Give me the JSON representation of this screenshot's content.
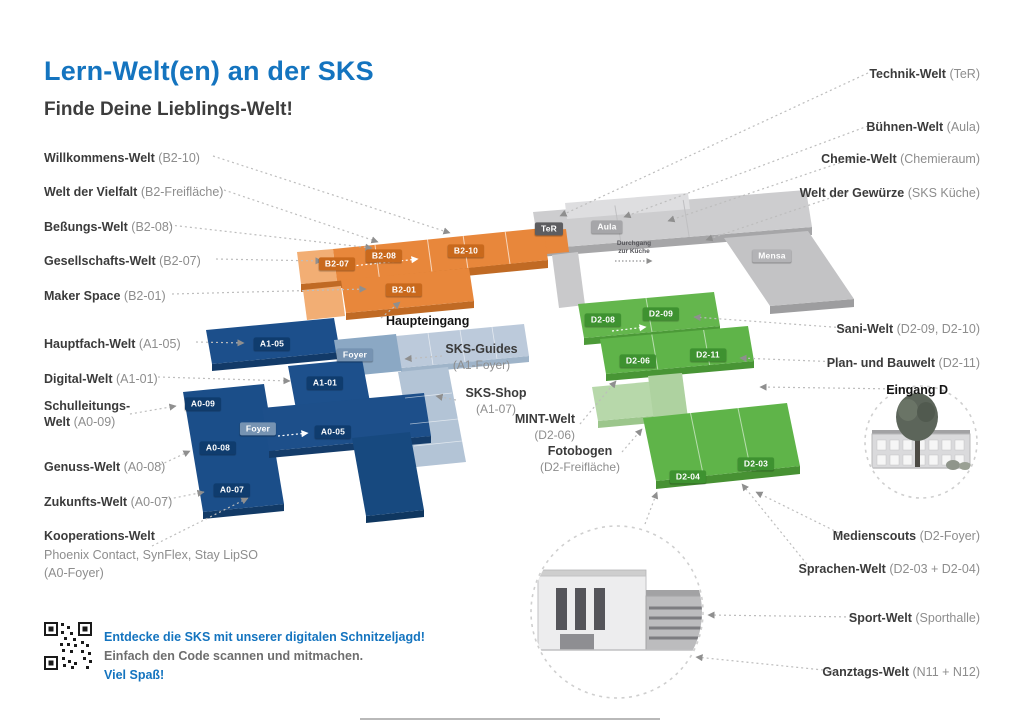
{
  "header": {
    "title": "Lern-Welt(en) an der SKS",
    "subtitle": "Finde Deine Lieblings-Welt!"
  },
  "left_labels": [
    {
      "name": "Willkommens-Welt",
      "detail": "(B2-10)"
    },
    {
      "name": "Welt der Vielfalt",
      "detail": "(B2-Freifläche)"
    },
    {
      "name": "Beßungs-Welt",
      "detail": "(B2-08)"
    },
    {
      "name": "Gesellschafts-Welt",
      "detail": "(B2-07)"
    },
    {
      "name": "Maker Space",
      "detail": "(B2-01)"
    },
    {
      "name": "Hauptfach-Welt",
      "detail": "(A1-05)"
    },
    {
      "name": "Digital-Welt",
      "detail": "(A1-01)"
    },
    {
      "name": "Schulleitungs-Welt",
      "detail": "(A0-09)"
    },
    {
      "name": "Genuss-Welt",
      "detail": "(A0-08)"
    },
    {
      "name": "Zukunfts-Welt",
      "detail": "(A0-07)"
    },
    {
      "name": "Kooperations-Welt",
      "detail": "",
      "sub1": "Phoenix Contact, SynFlex, Stay LipSO",
      "sub2": "(A0-Foyer)"
    }
  ],
  "right_labels": [
    {
      "name": "Technik-Welt",
      "detail": "(TeR)"
    },
    {
      "name": "Bühnen-Welt",
      "detail": "(Aula)"
    },
    {
      "name": "Chemie-Welt",
      "detail": "(Chemieraum)"
    },
    {
      "name": "Welt der Gewürze",
      "detail": "(SKS Küche)"
    },
    {
      "name": "Sani-Welt",
      "detail": "(D2-09, D2-10)"
    },
    {
      "name": "Plan- und Bauwelt",
      "detail": "(D2-11)"
    },
    {
      "name": "Eingang D",
      "detail": ""
    },
    {
      "name": "Medienscouts",
      "detail": "(D2-Foyer)"
    },
    {
      "name": "Sprachen-Welt",
      "detail": "(D2-03 + D2-04)"
    },
    {
      "name": "Sport-Welt",
      "detail": "(Sporthalle)"
    },
    {
      "name": "Ganztags-Welt",
      "detail": "(N11 + N12)"
    }
  ],
  "center_labels": {
    "haupteingang": "Haupteingang",
    "sks_guides_name": "SKS-Guides",
    "sks_guides_detail": "(A1-Foyer)",
    "sks_shop_name": "SKS-Shop",
    "sks_shop_detail": "(A1-07)",
    "mint_name": "MINT-Welt",
    "mint_detail": "(D2-06)",
    "fotobogen_name": "Fotobogen",
    "fotobogen_detail": "(D2-Freifläche)"
  },
  "map": {
    "rooms": {
      "b2_07": "B2-07",
      "b2_08": "B2-08",
      "b2_10": "B2-10",
      "b2_01": "B2-01",
      "ter": "TeR",
      "aula": "Aula",
      "mensa": "Mensa",
      "a1_05": "A1-05",
      "a1_01": "A1-01",
      "foyer_a1": "Foyer",
      "foyer_a0": "Foyer",
      "a0_09": "A0-09",
      "a0_08": "A0-08",
      "a0_07": "A0-07",
      "a0_05": "A0-05",
      "d2_08": "D2-08",
      "d2_09": "D2-09",
      "d2_06": "D2-06",
      "d2_11": "D2-11",
      "d2_04": "D2-04",
      "d2_03": "D2-03"
    },
    "durchgang_line1": "Durchgang",
    "durchgang_line2": "zur Küche"
  },
  "qr_section": {
    "line1": "Entdecke die SKS mit unserer digitalen Schnitzeljagd!",
    "line2": "Einfach den Code scannen und mitmachen.",
    "line3": "Viel Spaß!"
  },
  "colors": {
    "accent_blue": "#1474bf",
    "building_orange": "#e8873b",
    "building_dark_blue": "#1c4f8b",
    "building_steel_blue": "#8ba8c4",
    "building_green": "#5fb449",
    "building_light_green": "#b7d8aa",
    "building_gray": "#cdcdcf",
    "label_dark": "#3b3b3b",
    "label_gray": "#8d8d8d",
    "leader_gray": "#bdbdbd"
  }
}
